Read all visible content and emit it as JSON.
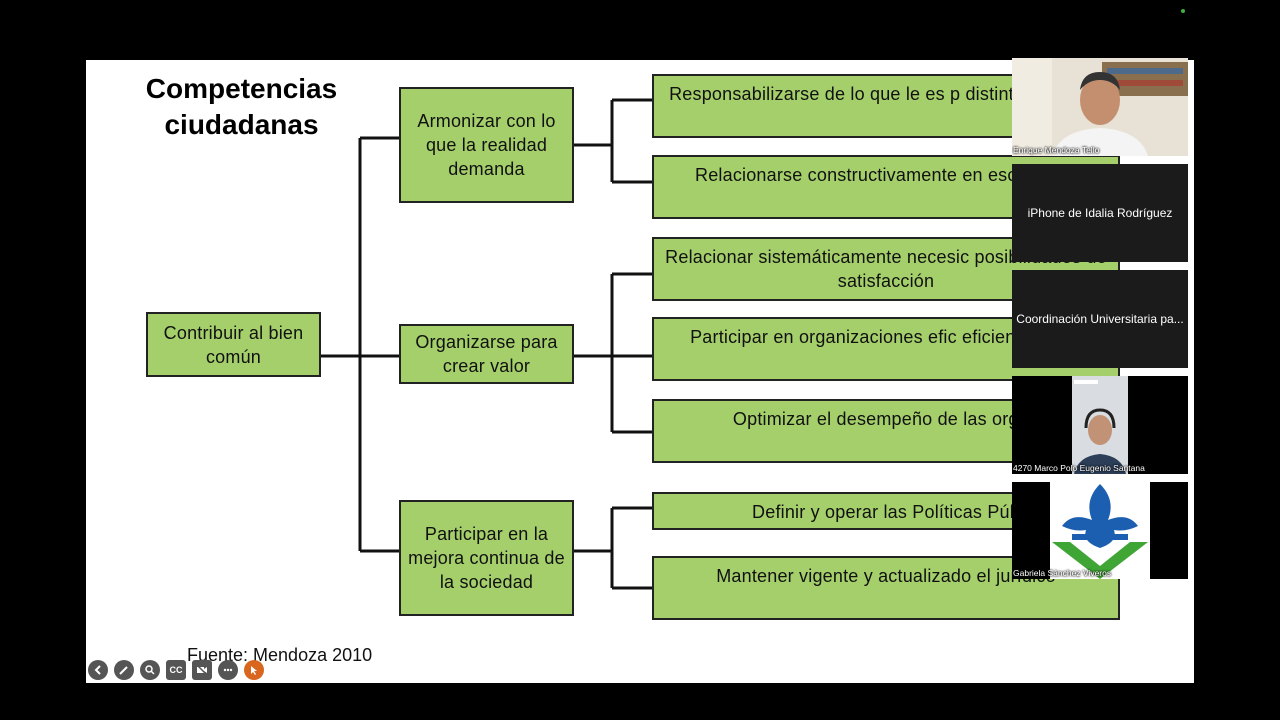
{
  "slide": {
    "title": "Competencias ciudadanas",
    "root": "Contribuir al bien común",
    "groups": [
      {
        "label": "Armonizar con lo que la realidad demanda",
        "items": [
          "Responsabilizarse de lo que le es p distintos ámbitos",
          "Relacionarse constructivamente en escenarios"
        ]
      },
      {
        "label": "Organizarse para crear valor",
        "items": [
          "Relacionar sistemáticamente necesic posibilidades de satisfacción",
          "Participar en organizaciones efic eficientemente",
          "Optimizar el desempeño de las organ"
        ]
      },
      {
        "label": "Participar en la mejora continua de la sociedad",
        "items": [
          "Definir y operar las Políticas Púb",
          "Mantener vigente y actualizado el jurídico"
        ]
      }
    ],
    "source": "Fuente: Mendoza 2010",
    "colors": {
      "box_fill": "#a5cf6b",
      "box_border": "#222222"
    }
  },
  "toolbar": {
    "icons": [
      "back-icon",
      "pen-icon",
      "zoom-icon",
      "closed-caption-icon",
      "camera-off-icon",
      "more-icon",
      "pointer-icon"
    ],
    "cc_label": "CC"
  },
  "participants": [
    {
      "name": "Enrique Mendoza Tello",
      "video": true
    },
    {
      "name": "iPhone de Idalia Rodríguez",
      "video": false
    },
    {
      "name": "Coordinación Universitaria pa...",
      "video": false
    },
    {
      "name": "4270 Marco Polo Eugenio Santana",
      "video": true
    },
    {
      "name": "Gabriela Sánchez Viveros",
      "video": true
    }
  ]
}
